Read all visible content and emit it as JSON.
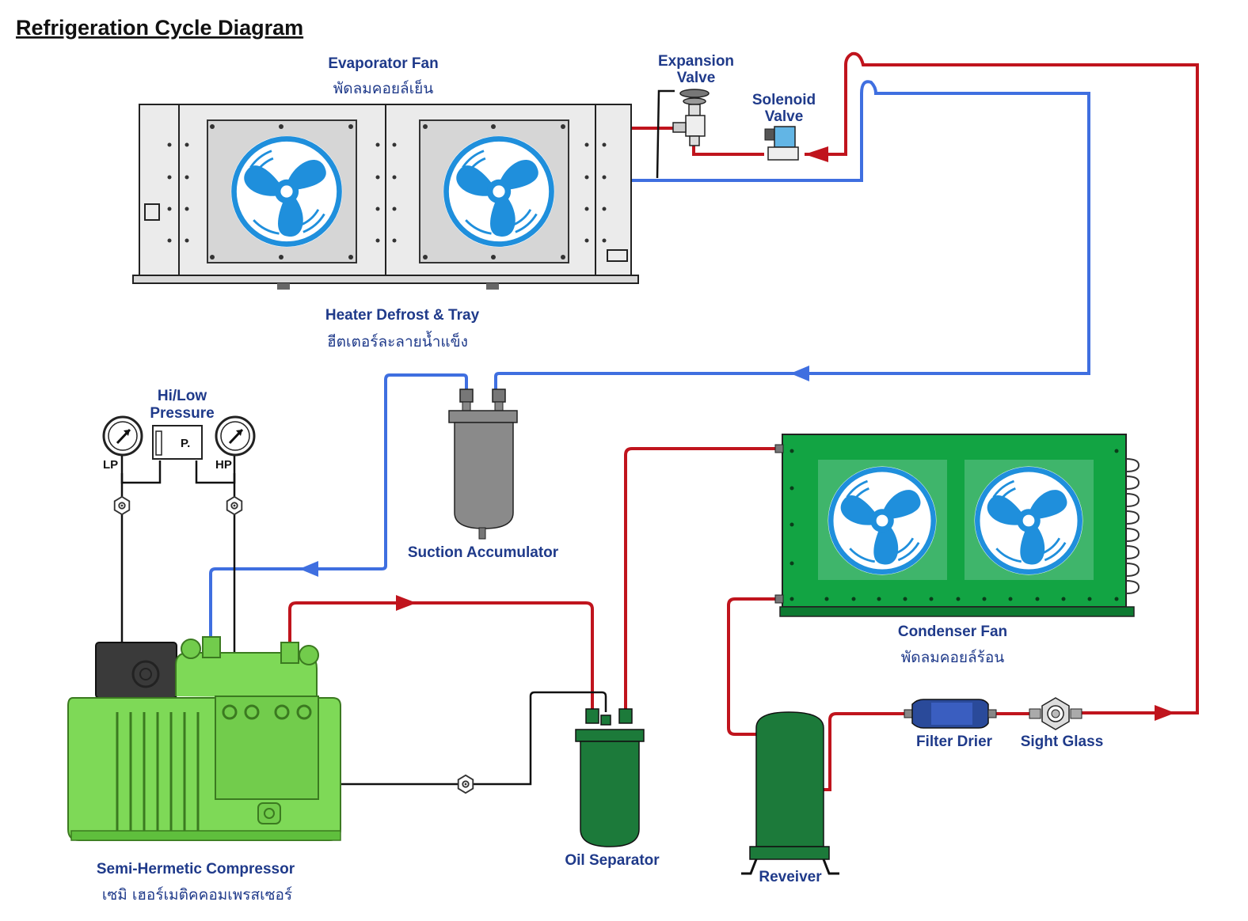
{
  "title": "Refrigeration Cycle Diagram",
  "components": {
    "evaporator": {
      "label_en": "Evaporator Fan",
      "label_th": "พัดลมคอยล์เย็น"
    },
    "heater_defrost": {
      "label_en": "Heater Defrost & Tray",
      "label_th": "ฮีตเตอร์ละลายน้ำแข็ง"
    },
    "expansion_valve": {
      "label_line1": "Expansion",
      "label_line2": "Valve"
    },
    "solenoid_valve": {
      "label_line1": "Solenoid",
      "label_line2": "Valve"
    },
    "pressure_switch": {
      "label_line1": "Hi/Low",
      "label_line2": "Pressure",
      "box_text": "P.",
      "lp_label": "LP",
      "hp_label": "HP"
    },
    "suction_accumulator": {
      "label": "Suction Accumulator"
    },
    "condenser": {
      "label_en": "Condenser Fan",
      "label_th": "พัดลมคอยล์ร้อน"
    },
    "compressor": {
      "label_en": "Semi-Hermetic Compressor",
      "label_th": "เซมิ เฮอร์เมติคคอมเพรสเซอร์"
    },
    "oil_separator": {
      "label": "Oil Separator"
    },
    "receiver": {
      "label": "Reveiver"
    },
    "filter_drier": {
      "label": "Filter Drier"
    },
    "sight_glass": {
      "label": "Sight Glass"
    }
  },
  "colors": {
    "high_pressure_line": "#c0141d",
    "low_pressure_line": "#3f6fe0",
    "evaporator_body": "#ebebeb",
    "fan_blue": "#1f8fdc",
    "condenser_green": "#12a443",
    "compressor_green": "#7ed957",
    "vessel_green": "#1c7a3a",
    "accumulator_gray": "#8a8a8a",
    "label_blue": "#1f3a8a"
  }
}
